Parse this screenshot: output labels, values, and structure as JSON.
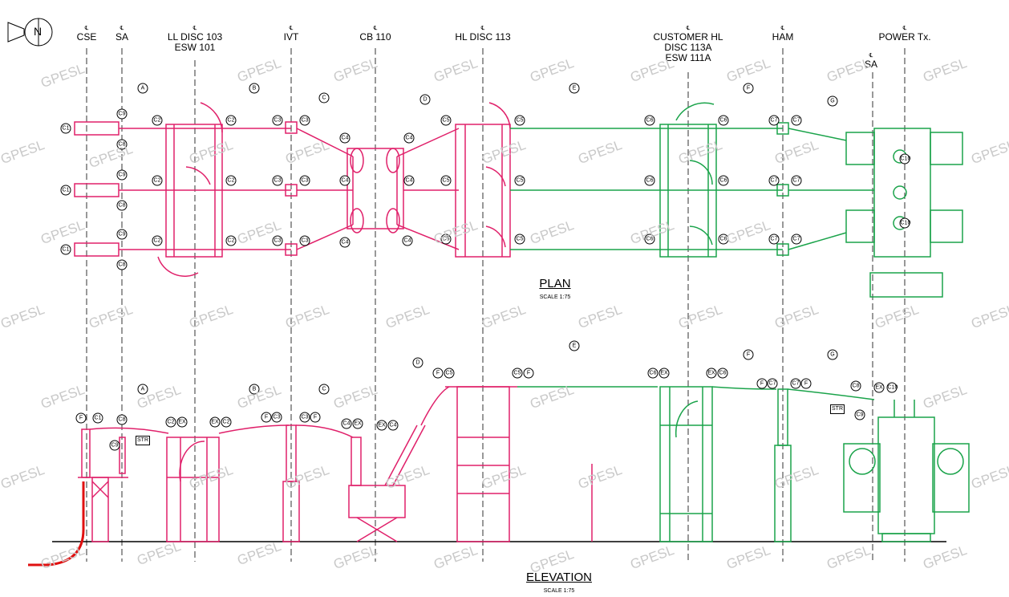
{
  "centerline_mark": "℄",
  "compass": {
    "letter": "N"
  },
  "columns": [
    {
      "id": "cse",
      "lines": [
        "CSE"
      ]
    },
    {
      "id": "sa1",
      "lines": [
        "SA"
      ]
    },
    {
      "id": "lldisc",
      "lines": [
        "LL DISC 103",
        "ESW 101"
      ]
    },
    {
      "id": "ivt",
      "lines": [
        "IVT"
      ]
    },
    {
      "id": "cb",
      "lines": [
        "CB 110"
      ]
    },
    {
      "id": "hldisc",
      "lines": [
        "HL DISC 113"
      ]
    },
    {
      "id": "cust",
      "lines": [
        "CUSTOMER HL",
        "DISC 113A",
        "ESW 111A"
      ]
    },
    {
      "id": "ham",
      "lines": [
        "HAM"
      ]
    },
    {
      "id": "ptx",
      "lines": [
        "POWER Tx."
      ]
    },
    {
      "id": "sa2",
      "lines": [
        "SA"
      ]
    }
  ],
  "views": {
    "plan": {
      "title": "PLAN",
      "scale": "SCALE 1:75"
    },
    "elevation": {
      "title": "ELEVATION",
      "scale": "SCALE 1:75"
    }
  },
  "watermark": "GPESL",
  "section_letters": [
    "A",
    "B",
    "C",
    "D",
    "E",
    "F",
    "G"
  ],
  "plan_bubbles": [
    "C1",
    "C2",
    "C3",
    "C4",
    "C5",
    "C6",
    "C7",
    "C8",
    "C9",
    "C10"
  ],
  "elevation_tags": {
    "str": "STR",
    "ex": "EX",
    "f": "F"
  },
  "colors": {
    "existing": "#e0206a",
    "new": "#1aa34a",
    "earth": "#e01010",
    "line": "#000000",
    "watermark": "#c9c9c9"
  }
}
